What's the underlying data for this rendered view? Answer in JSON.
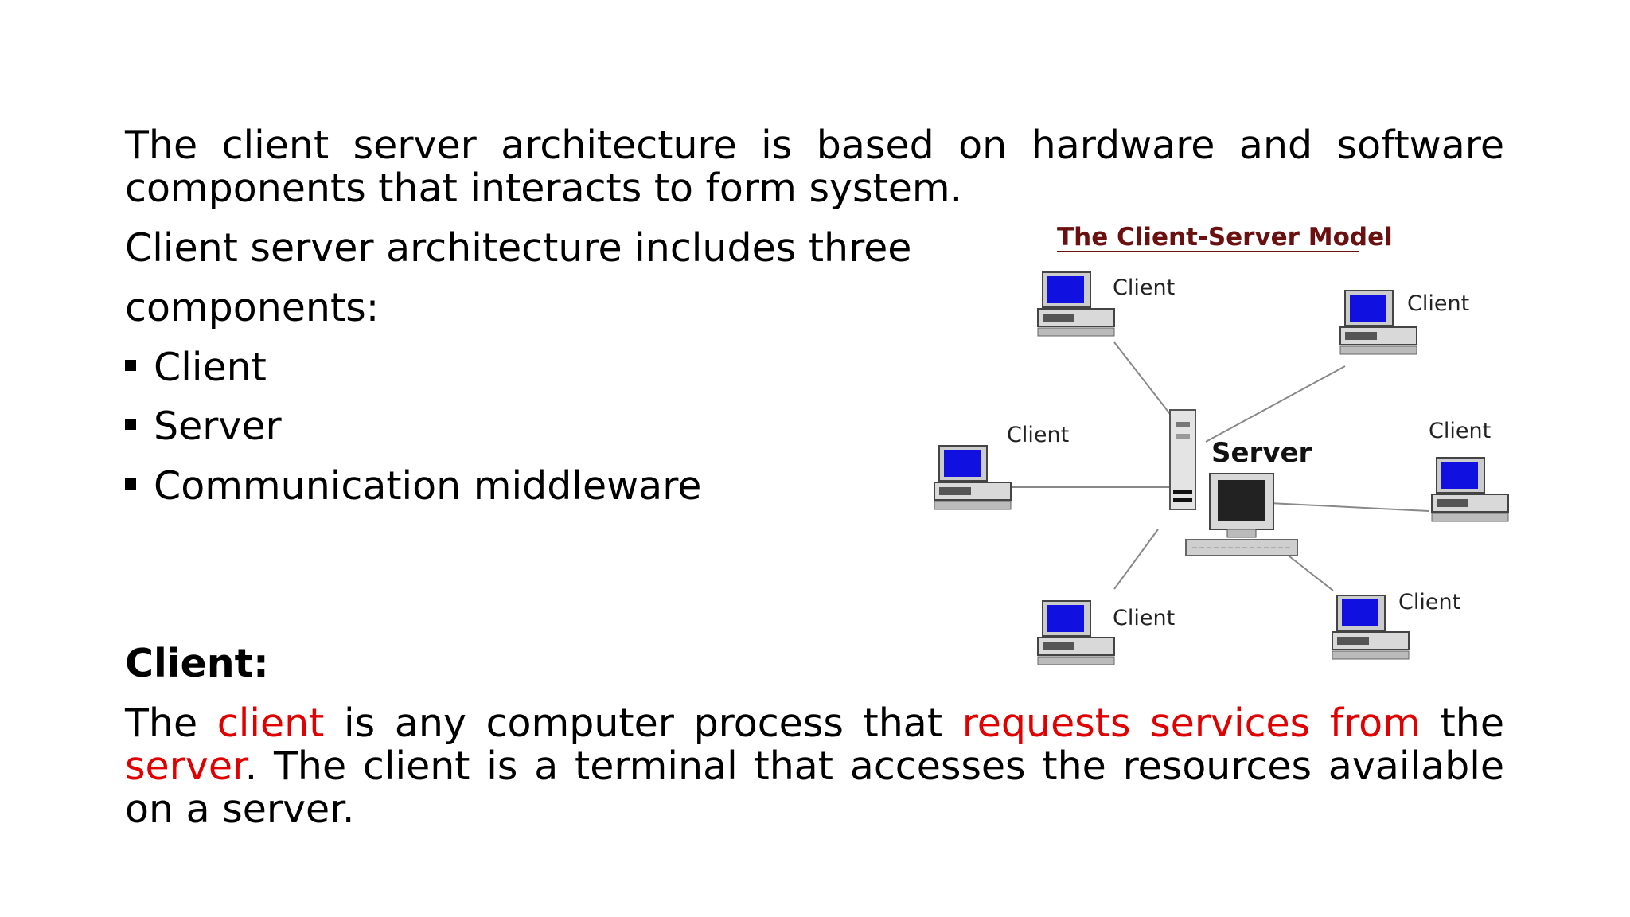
{
  "intro": {
    "line1": "The client server architecture is based on hardware and software components that interacts to form system."
  },
  "components_intro": {
    "line1": "Client server architecture includes three",
    "line2": "components:"
  },
  "bullets": [
    "Client",
    "Server",
    "Communication middleware"
  ],
  "client_section": {
    "heading": "Client:",
    "body": {
      "s1": "The ",
      "s2": "client",
      "s3": " is any computer process that ",
      "s4": "requests services from",
      "s5": " the ",
      "s6": "server",
      "s7": ". The client is a terminal that accesses the resources available on a server."
    }
  },
  "diagram": {
    "title": "The Client-Server Model",
    "server_label": "Server",
    "client_label": "Client"
  },
  "colors": {
    "highlight": "#e00000",
    "monitor_screen": "#1010e0",
    "title_text": "#6a1010"
  }
}
